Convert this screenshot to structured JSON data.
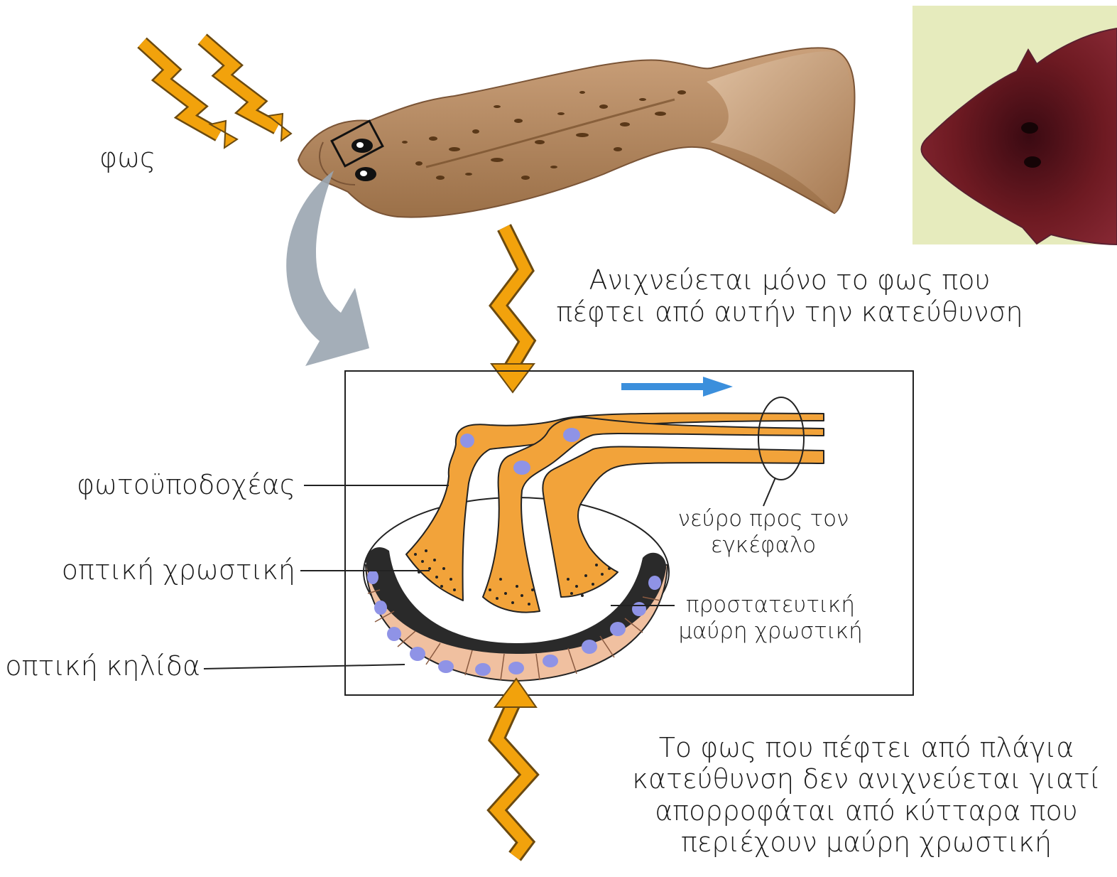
{
  "labels": {
    "light": "φως",
    "top_caption_line1": "Ανιχνεύεται μόνο το φως που",
    "top_caption_line2": "πέφτει από αυτήν την κατεύθυνση",
    "photoreceptor": "φωτοϋποδοχέας",
    "visual_pigment": "οπτική χρωστική",
    "eyespot": "οπτική κηλίδα",
    "nerve_line1": "νεύρο προς τον",
    "nerve_line2": "εγκέφαλο",
    "black_pigment_line1": "προστατευτική",
    "black_pigment_line2": "μαύρη χρωστική",
    "bottom_caption_line1": "Το φως που πέφτει από πλάγια",
    "bottom_caption_line2": "κατεύθυνση δεν ανιχνεύεται γιατί",
    "bottom_caption_line3": "απορροφάται από κύτταρα που",
    "bottom_caption_line4": "περιέχουν μαύρη χρωστική"
  },
  "colors": {
    "light_arrow": "#f2a20c",
    "light_arrow_outline": "#6b4a10",
    "flatworm_body": "#b98e63",
    "photo_cell": "#f2a33a",
    "nucleus": "#8f93e6",
    "black_pigment": "#2a2a2a",
    "pigment_cup_cell": "#f0c0a0",
    "signal_arrow": "#3b8fdc",
    "zoom_arrow": "#9aa5b0",
    "photo_background": "#e8ecc0",
    "photo_worm": "#6e1a22"
  }
}
